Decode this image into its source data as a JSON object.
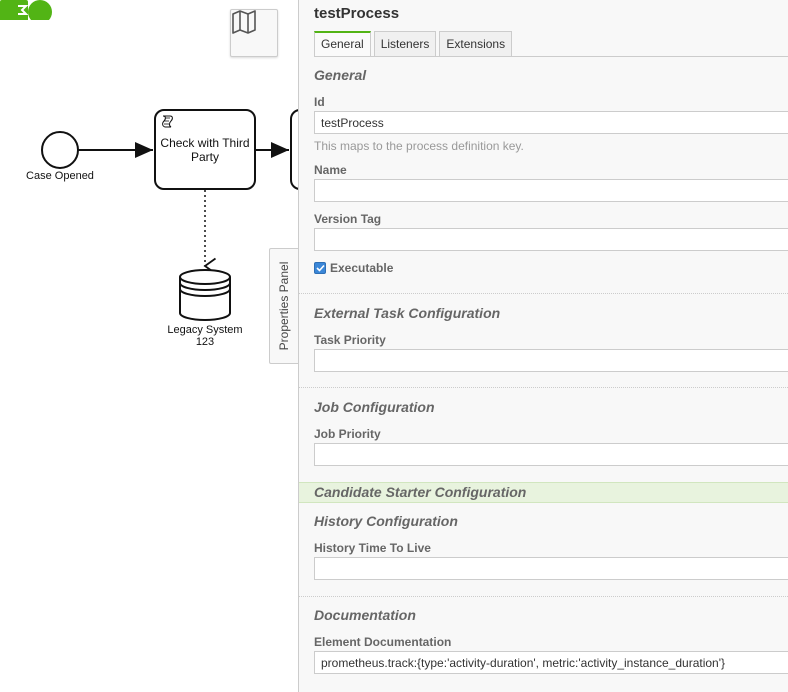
{
  "canvas": {
    "start_event_label": "Case Opened",
    "task_label": "Check with Third Party",
    "datastore_label": "Legacy System 123",
    "icons": [
      "map-icon",
      "script-icon",
      "datastore-icon",
      "bpmn-logo-icon"
    ]
  },
  "panel_toggle": {
    "label": "Properties Panel"
  },
  "panel": {
    "title": "testProcess",
    "tabs": [
      {
        "label": "General",
        "active": true
      },
      {
        "label": "Listeners",
        "active": false
      },
      {
        "label": "Extensions",
        "active": false
      }
    ],
    "groups": {
      "general": {
        "title": "General",
        "id_label": "Id",
        "id_value": "testProcess",
        "id_description": "This maps to the process definition key.",
        "name_label": "Name",
        "name_value": "",
        "version_tag_label": "Version Tag",
        "version_tag_value": "",
        "executable_label": "Executable",
        "executable_checked": true
      },
      "external_task": {
        "title": "External Task Configuration",
        "task_priority_label": "Task Priority",
        "task_priority_value": ""
      },
      "job": {
        "title": "Job Configuration",
        "job_priority_label": "Job Priority",
        "job_priority_value": ""
      },
      "candidate_starter": {
        "title": "Candidate Starter Configuration"
      },
      "history": {
        "title": "History Configuration",
        "ttl_label": "History Time To Live",
        "ttl_value": ""
      },
      "documentation": {
        "title": "Documentation",
        "element_doc_label": "Element Documentation",
        "element_doc_value": "prometheus.track:{type:'activity-duration', metric:'activity_instance_duration'}"
      }
    }
  },
  "colors": {
    "accent": "#52b415",
    "checkbox": "#3b87d8",
    "highlight_bg": "#e8f3de",
    "panel_bg": "#f8f8f8"
  }
}
